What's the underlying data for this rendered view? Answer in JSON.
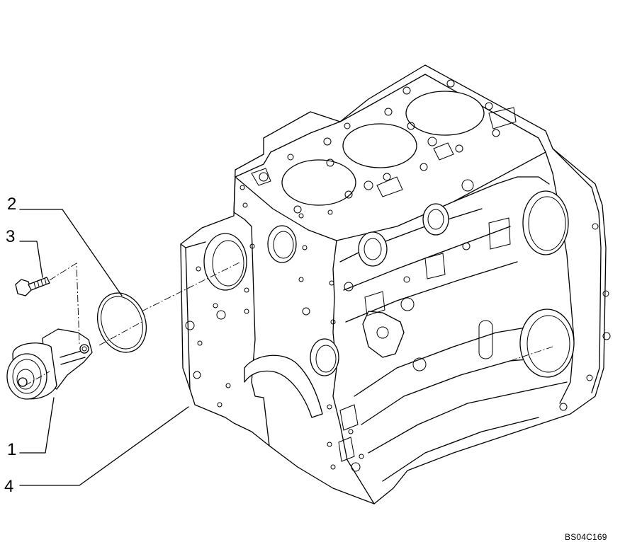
{
  "diagram": {
    "callouts": [
      {
        "id": "1",
        "label": "1"
      },
      {
        "id": "2",
        "label": "2"
      },
      {
        "id": "3",
        "label": "3"
      },
      {
        "id": "4",
        "label": "4"
      }
    ],
    "reference_code": "BS04C169"
  }
}
